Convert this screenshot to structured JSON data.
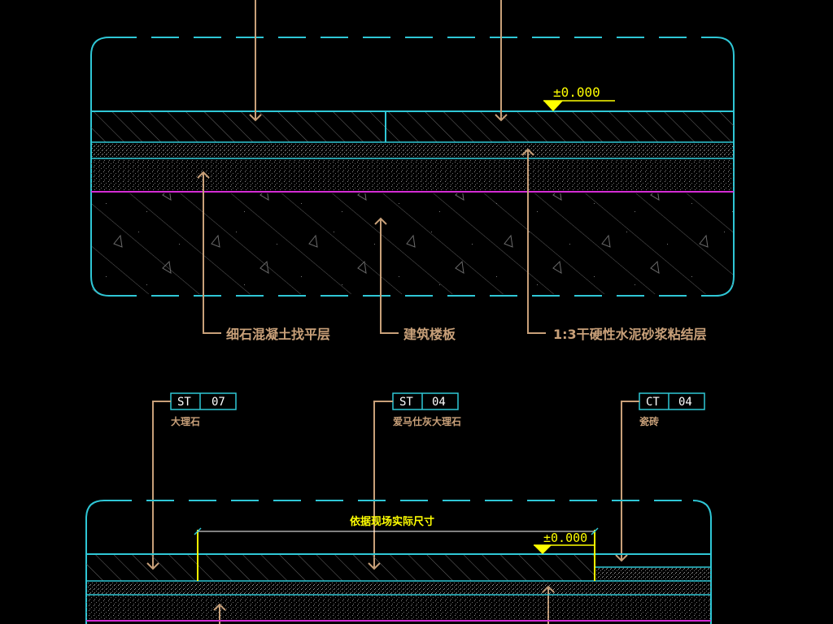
{
  "section1": {
    "level": "±0.000",
    "labels": {
      "screed": "细石混凝土找平层",
      "slab": "建筑楼板",
      "mortar": "1:3干硬性水泥砂浆粘结层"
    }
  },
  "section2": {
    "tags": [
      {
        "code": "ST",
        "num": "07",
        "desc": "大理石"
      },
      {
        "code": "ST",
        "num": "04",
        "desc": "爱马仕灰大理石"
      },
      {
        "code": "CT",
        "num": "04",
        "desc": "瓷砖"
      }
    ],
    "dimension_note": "依据现场实际尺寸",
    "level": "±0.000"
  },
  "colors": {
    "outline": "#2fc7d6",
    "leader": "#c8a079",
    "magenta": "#d42cd4",
    "level": "#ffff00",
    "tag_box": "#2fc7d6"
  }
}
